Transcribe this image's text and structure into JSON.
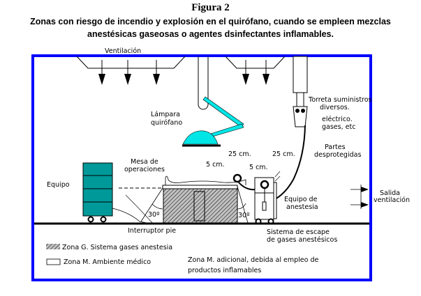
{
  "figure": {
    "title": "Figura 2",
    "subtitle_line1": "Zonas con riesgo de incendio y explosión en el quirófano, cuando se empleen mezclas",
    "subtitle_line2": "anestésicas gaseosas o agentes dsinfectantes inflamables."
  },
  "labels": {
    "ventilacion": "Ventilación",
    "lampara_1": "Lámpara",
    "lampara_2": "quirófano",
    "torreta_1": "Torreta suministros",
    "torreta_2": "diversos.",
    "torreta_3": "eléctrico.",
    "torreta_4": "gases, etc",
    "partes_1": "Partes",
    "partes_2": "desprotegidas",
    "dist_25_left": "25 cm.",
    "dist_25_right": "25 cm.",
    "dist_5_left": "5 cm.",
    "dist_5_right": "5 cm.",
    "mesa_1": "Mesa de",
    "mesa_2": "operaciones",
    "equipo": "Equipo",
    "angle_left": "30º",
    "angle_right": "30º",
    "equipo_anestesia_1": "Equipo de",
    "equipo_anestesia_2": "anestesia",
    "salida_1": "Salida",
    "salida_2": "ventilación",
    "interruptor": "Interruptor pie",
    "escape_1": "Sistema de escape",
    "escape_2": "de gases anestésicos"
  },
  "legend": {
    "zona_g": "Zona G. Sistema gases anestesia",
    "zona_m": "Zona M. Ambiente médico",
    "zona_m_adicional_1": "Zona M. adicional, debida al empleo de",
    "zona_m_adicional_2": "productos inflamables"
  },
  "colors": {
    "border": "#0000ff",
    "equipment": "#009999",
    "lamp": "#00e5e5",
    "hatch_bg": "#c0c0c0"
  }
}
